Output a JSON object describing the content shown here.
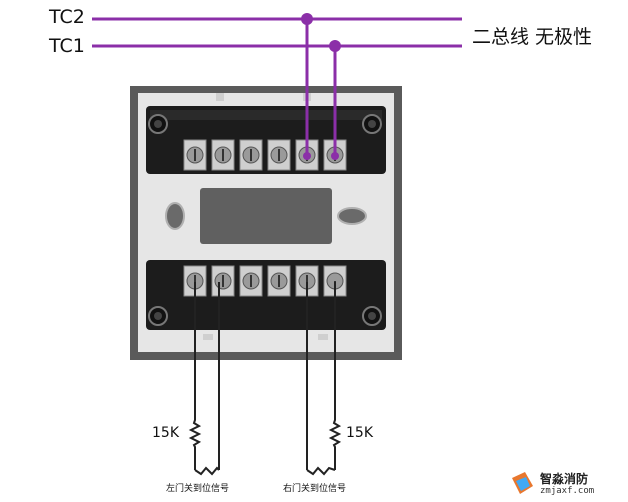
{
  "labels": {
    "tc2": "TC2",
    "tc1": "TC1",
    "bus": "二总线 无极性",
    "resistor_left": "15K",
    "resistor_right": "15K",
    "caption_left": "左门关到位信号",
    "caption_right": "右门关到位信号"
  },
  "logo": {
    "name": "智淼消防",
    "url": "zmjaxf.com"
  },
  "colors": {
    "bus_line": "#8b2fa8",
    "wire": "#222222",
    "module_frame": "#555555",
    "terminal_block": "#1a1a1a"
  }
}
